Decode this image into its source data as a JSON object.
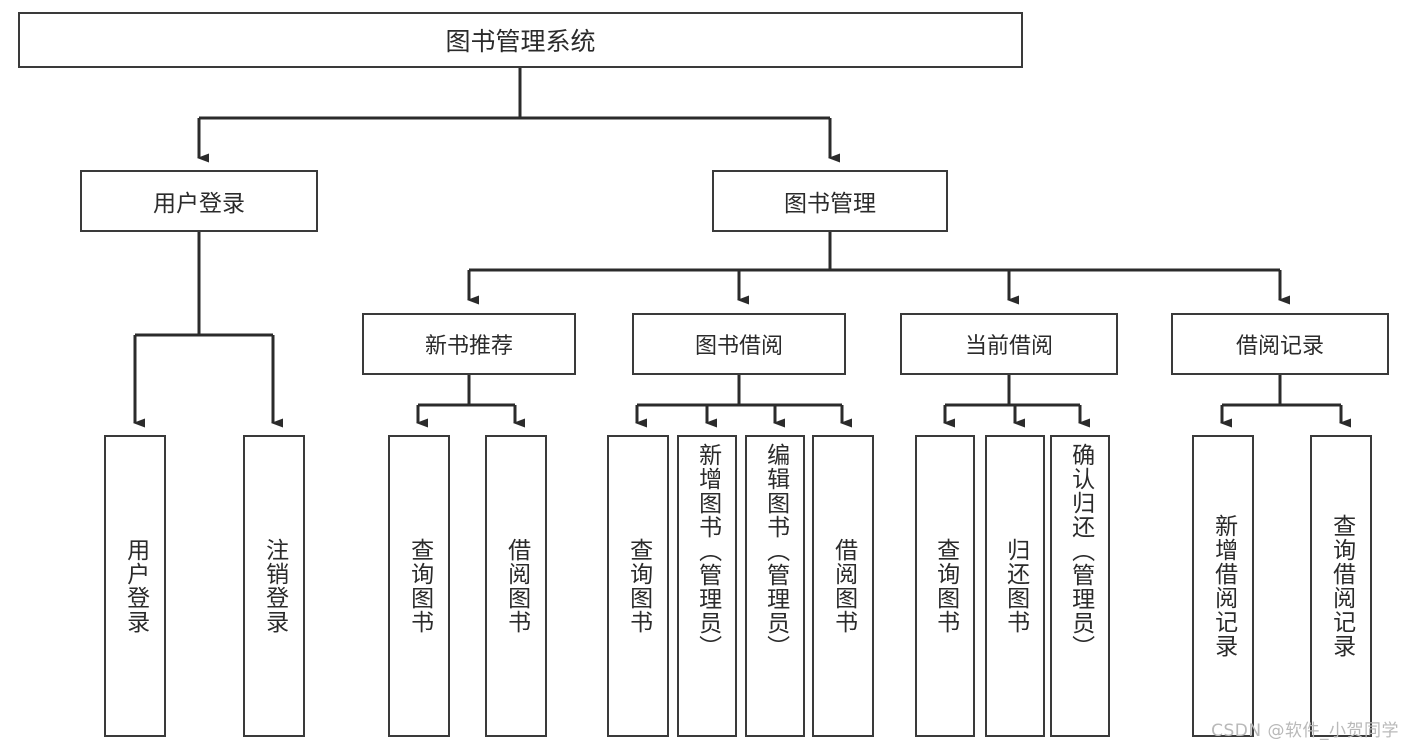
{
  "diagram": {
    "title": "图书管理系统",
    "root": {
      "label": "图书管理系统"
    },
    "level1": [
      {
        "label": "用户登录"
      },
      {
        "label": "图书管理"
      }
    ],
    "level2": [
      {
        "label": "新书推荐"
      },
      {
        "label": "图书借阅"
      },
      {
        "label": "当前借阅"
      },
      {
        "label": "借阅记录"
      }
    ],
    "leaves": {
      "user_login": [
        {
          "label": "用户登录",
          "long": false
        },
        {
          "label": "注销登录",
          "long": false
        }
      ],
      "new_book": [
        {
          "label": "查询图书",
          "long": false
        },
        {
          "label": "借阅图书",
          "long": false
        }
      ],
      "borrow_book": [
        {
          "label": "查询图书",
          "long": false
        },
        {
          "label": "新增图书（管理员）",
          "long": true
        },
        {
          "label": "编辑图书（管理员）",
          "long": true
        },
        {
          "label": "借阅图书",
          "long": false
        }
      ],
      "current_borrow": [
        {
          "label": "查询图书",
          "long": false
        },
        {
          "label": "归还图书",
          "long": false
        },
        {
          "label": "确认归还（管理员）",
          "long": true
        }
      ],
      "borrow_record": [
        {
          "label": "新增借阅记录",
          "long": false
        },
        {
          "label": "查询借阅记录",
          "long": false
        }
      ]
    }
  },
  "watermark": {
    "text": "CSDN @软件_小贺同学"
  },
  "colors": {
    "stroke": "#3a3a3a",
    "text": "#2b2b2b",
    "background": "#ffffff",
    "watermark": "#b9b9b9"
  }
}
